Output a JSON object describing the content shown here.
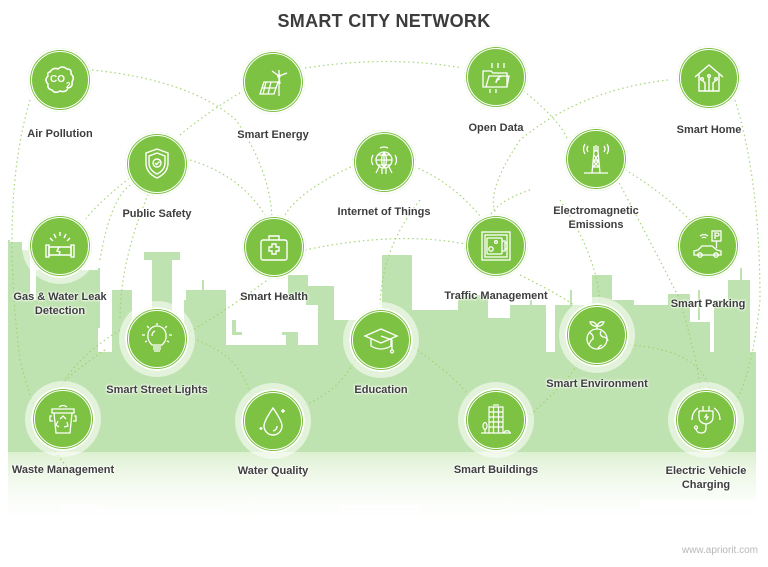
{
  "title": "SMART CITY NETWORK",
  "footer": "www.apriorit.com",
  "colors": {
    "accent": "#7dc242",
    "skyline": "#bfe3b0",
    "text": "#3c3c3c",
    "dotted_line": "#9bd16a"
  },
  "nodes": [
    {
      "id": "air-pollution",
      "label": "Air Pollution",
      "icon": "co2-cloud-icon"
    },
    {
      "id": "smart-energy",
      "label": "Smart Energy",
      "icon": "solar-wind-icon"
    },
    {
      "id": "open-data",
      "label": "Open Data",
      "icon": "data-folder-icon"
    },
    {
      "id": "smart-home",
      "label": "Smart Home",
      "icon": "smart-house-icon"
    },
    {
      "id": "public-safety",
      "label": "Public Safety",
      "icon": "shield-check-icon"
    },
    {
      "id": "internet-of-things",
      "label": "Internet of Things",
      "icon": "connected-globe-icon"
    },
    {
      "id": "electromagnetic-emissions",
      "label_line1": "Electromagnetic",
      "label_line2": "Emissions",
      "icon": "radio-tower-icon"
    },
    {
      "id": "gas-water-leak",
      "label_line1": "Gas & Water Leak",
      "label_line2": "Detection",
      "icon": "broken-pipe-icon"
    },
    {
      "id": "smart-health",
      "label": "Smart Health",
      "icon": "medical-kit-icon"
    },
    {
      "id": "traffic-management",
      "label": "Traffic Management",
      "icon": "traffic-camera-icon"
    },
    {
      "id": "smart-parking",
      "label": "Smart Parking",
      "icon": "parking-car-icon"
    },
    {
      "id": "smart-street-lights",
      "label": "Smart Street Lights",
      "icon": "light-bulb-icon"
    },
    {
      "id": "education",
      "label": "Education",
      "icon": "graduation-cap-icon"
    },
    {
      "id": "smart-environment",
      "label": "Smart Environment",
      "icon": "eco-globe-icon"
    },
    {
      "id": "waste-management",
      "label": "Waste Management",
      "icon": "recycle-bin-icon"
    },
    {
      "id": "water-quality",
      "label": "Water Quality",
      "icon": "water-drop-icon"
    },
    {
      "id": "smart-buildings",
      "label": "Smart Buildings",
      "icon": "office-building-icon"
    },
    {
      "id": "ev-charging",
      "label_line1": "Electric Vehicle",
      "label_line2": "Charging",
      "icon": "ev-plug-icon"
    }
  ]
}
